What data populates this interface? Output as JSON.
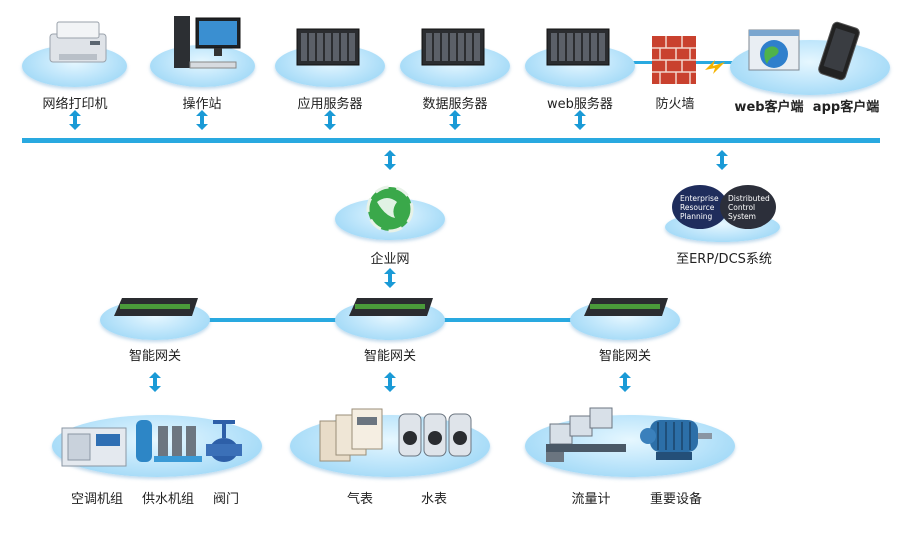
{
  "top_row": {
    "printer": "网络打印机",
    "workstation": "操作站",
    "app_server": "应用服务器",
    "data_server": "数据服务器",
    "web_server": "web服务器",
    "firewall": "防火墙",
    "web_client": "web客户端",
    "app_client": "app客户端"
  },
  "middle": {
    "enterprise_net": "企业网",
    "erp_dcs": "至ERP/DCS系统",
    "erp_text": [
      "Enterprise",
      "Resource",
      "Planning"
    ],
    "dcs_text": [
      "Distributed",
      "Control",
      "System"
    ]
  },
  "gateways": [
    "智能网关",
    "智能网关",
    "智能网关"
  ],
  "devices": {
    "ac_unit": "空调机组",
    "water_supply": "供水机组",
    "valve": "阀门",
    "gas_meter": "气表",
    "water_meter": "水表",
    "flow_meter": "流量计",
    "key_equipment": "重要设备"
  },
  "colors": {
    "bus": "#29a9e0",
    "arrow": "#1a9ad6",
    "brick": "#c9412e"
  }
}
